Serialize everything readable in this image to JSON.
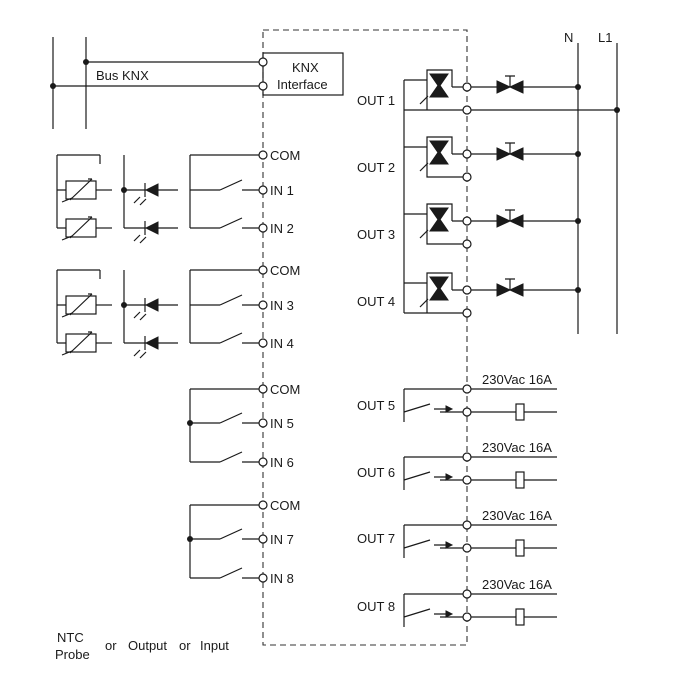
{
  "diagram": {
    "bus_label": "Bus KNX",
    "interface": {
      "line1": "KNX",
      "line2": "Interface"
    },
    "supply": {
      "neutral": "N",
      "line": "L1"
    },
    "inputs": [
      {
        "com": "COM",
        "ins": [
          "IN 1",
          "IN 2"
        ]
      },
      {
        "com": "COM",
        "ins": [
          "IN 3",
          "IN 4"
        ]
      },
      {
        "com": "COM",
        "ins": [
          "IN 5",
          "IN 6"
        ]
      },
      {
        "com": "COM",
        "ins": [
          "IN 7",
          "IN 8"
        ]
      }
    ],
    "triac_outputs": [
      "OUT 1",
      "OUT 2",
      "OUT 3",
      "OUT 4"
    ],
    "relay_outputs": [
      {
        "label": "OUT 5",
        "rating": "230Vac 16A"
      },
      {
        "label": "OUT 6",
        "rating": "230Vac 16A"
      },
      {
        "label": "OUT 7",
        "rating": "230Vac 16A"
      },
      {
        "label": "OUT 8",
        "rating": "230Vac 16A"
      }
    ],
    "legend": {
      "ntc": "NTC",
      "probe": "Probe",
      "or1": "or",
      "output": "Output",
      "or2": "or",
      "input": "Input"
    }
  }
}
